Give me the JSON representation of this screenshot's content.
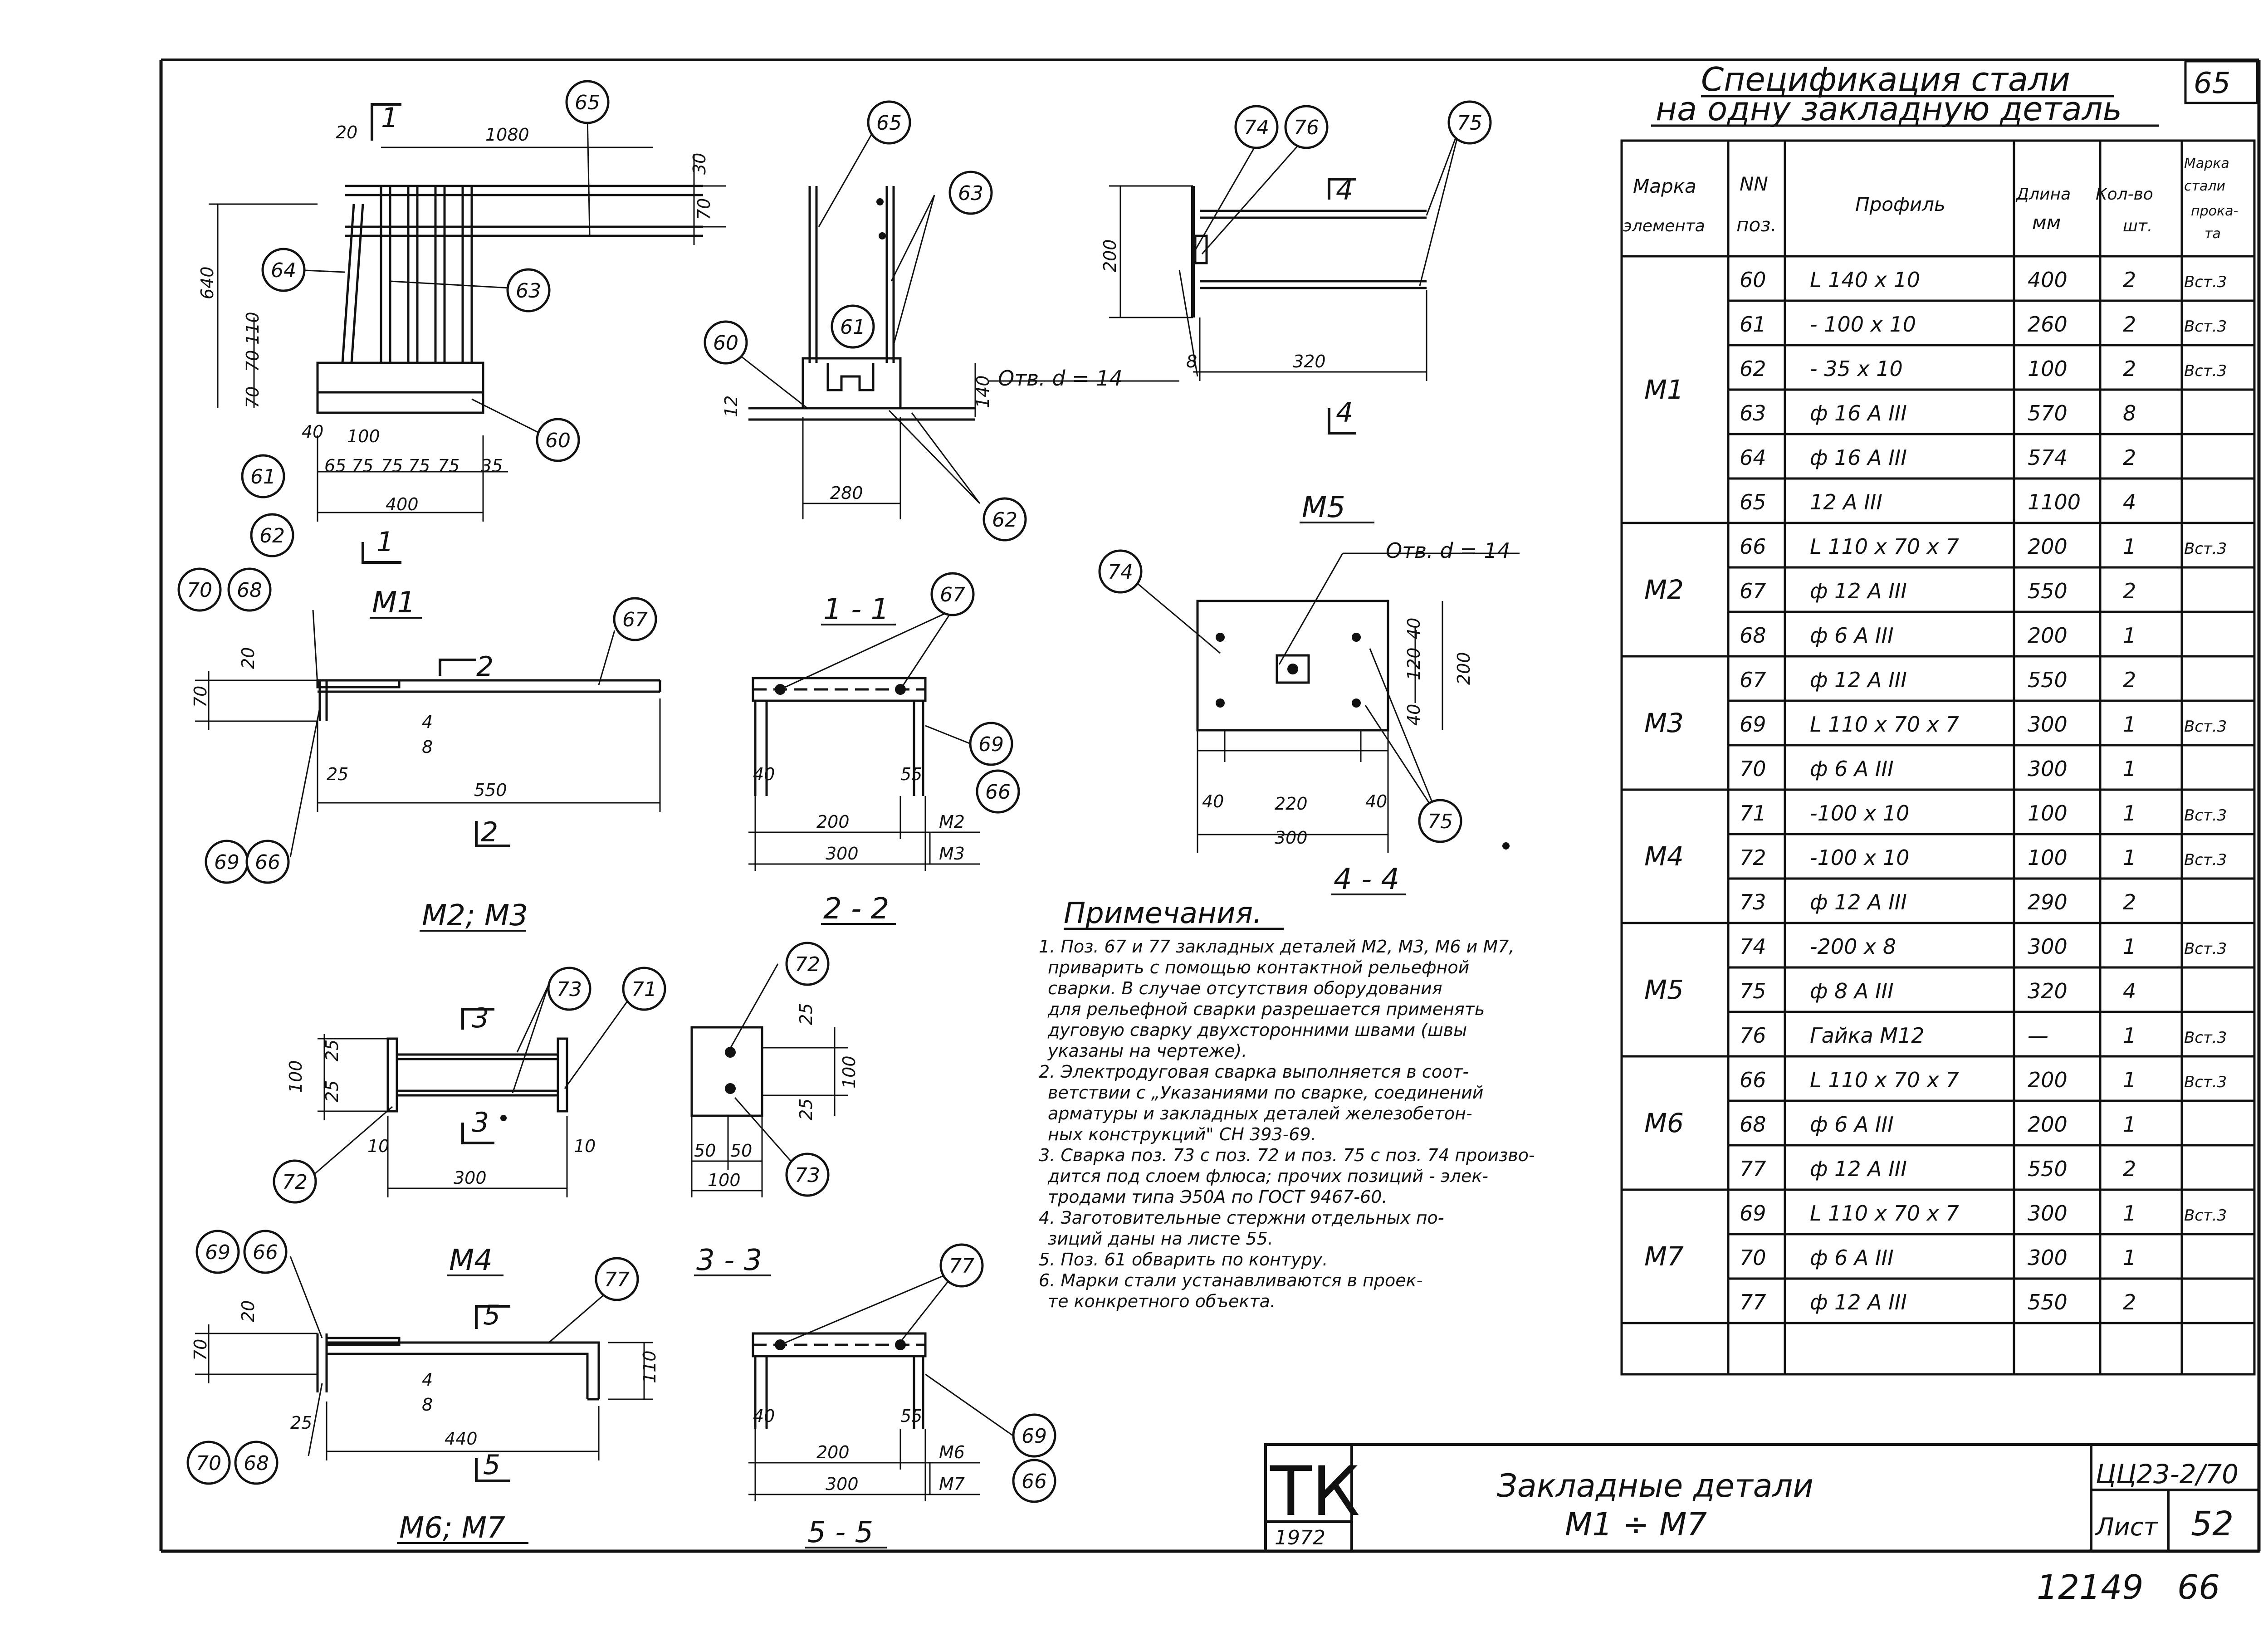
{
  "sheet_corner": "65",
  "spec": {
    "title_line1": "Спецификация стали",
    "title_line2": "на одну закладную деталь",
    "headers": {
      "mark": [
        "Марка",
        "элемента"
      ],
      "pos": [
        "NN",
        "поз."
      ],
      "profile": "Профиль",
      "length": [
        "Длина",
        "мм"
      ],
      "qty": [
        "Кол-во",
        "шт."
      ],
      "steel": [
        "Марка",
        "стали",
        "прока-",
        "та"
      ]
    },
    "groups": [
      {
        "mark": "М1",
        "rows": [
          {
            "pos": "60",
            "profile": "L 140 х 10",
            "length": "400",
            "qty": "2",
            "steel": "Вст.3"
          },
          {
            "pos": "61",
            "profile": "- 100 х 10",
            "length": "260",
            "qty": "2",
            "steel": "Вст.3"
          },
          {
            "pos": "62",
            "profile": "- 35 х 10",
            "length": "100",
            "qty": "2",
            "steel": "Вст.3"
          },
          {
            "pos": "63",
            "profile": "ф 16 А III",
            "length": "570",
            "qty": "8",
            "steel": ""
          },
          {
            "pos": "64",
            "profile": "ф 16 А III",
            "length": "574",
            "qty": "2",
            "steel": ""
          },
          {
            "pos": "65",
            "profile": "12 А III",
            "length": "1100",
            "qty": "4",
            "steel": ""
          }
        ]
      },
      {
        "mark": "М2",
        "rows": [
          {
            "pos": "66",
            "profile": "L 110 х 70 х 7",
            "length": "200",
            "qty": "1",
            "steel": "Вст.3"
          },
          {
            "pos": "67",
            "profile": "ф 12 А III",
            "length": "550",
            "qty": "2",
            "steel": ""
          },
          {
            "pos": "68",
            "profile": "ф 6 А III",
            "length": "200",
            "qty": "1",
            "steel": ""
          }
        ]
      },
      {
        "mark": "М3",
        "rows": [
          {
            "pos": "67",
            "profile": "ф 12 А III",
            "length": "550",
            "qty": "2",
            "steel": ""
          },
          {
            "pos": "69",
            "profile": "L 110 х 70 х 7",
            "length": "300",
            "qty": "1",
            "steel": "Вст.3"
          },
          {
            "pos": "70",
            "profile": "ф 6 А III",
            "length": "300",
            "qty": "1",
            "steel": ""
          }
        ]
      },
      {
        "mark": "М4",
        "rows": [
          {
            "pos": "71",
            "profile": "-100 х 10",
            "length": "100",
            "qty": "1",
            "steel": "Вст.3"
          },
          {
            "pos": "72",
            "profile": "-100 х 10",
            "length": "100",
            "qty": "1",
            "steel": "Вст.3"
          },
          {
            "pos": "73",
            "profile": "ф 12 А III",
            "length": "290",
            "qty": "2",
            "steel": ""
          }
        ]
      },
      {
        "mark": "М5",
        "rows": [
          {
            "pos": "74",
            "profile": "-200 х 8",
            "length": "300",
            "qty": "1",
            "steel": "Вст.3"
          },
          {
            "pos": "75",
            "profile": "ф 8 А III",
            "length": "320",
            "qty": "4",
            "steel": ""
          },
          {
            "pos": "76",
            "profile": "Гайка М12",
            "length": "—",
            "qty": "1",
            "steel": "Вст.3"
          }
        ]
      },
      {
        "mark": "М6",
        "rows": [
          {
            "pos": "66",
            "profile": "L 110 х 70 х 7",
            "length": "200",
            "qty": "1",
            "steel": "Вст.3"
          },
          {
            "pos": "68",
            "profile": "ф 6 А III",
            "length": "200",
            "qty": "1",
            "steel": ""
          },
          {
            "pos": "77",
            "profile": "ф 12 А III",
            "length": "550",
            "qty": "2",
            "steel": ""
          }
        ]
      },
      {
        "mark": "М7",
        "rows": [
          {
            "pos": "69",
            "profile": "L 110 х 70 х 7",
            "length": "300",
            "qty": "1",
            "steel": "Вст.3"
          },
          {
            "pos": "70",
            "profile": "ф 6 А III",
            "length": "300",
            "qty": "1",
            "steel": ""
          },
          {
            "pos": "77",
            "profile": "ф 12 А III",
            "length": "550",
            "qty": "2",
            "steel": ""
          }
        ]
      }
    ]
  },
  "notes": {
    "heading": "Примечания.",
    "lines": [
      "1. Поз. 67 и 77 закладных деталей М2, М3, М6 и М7,",
      "приварить с помощью контактной рельефной",
      "сварки. В случае отсутствия оборудования",
      "для рельефной сварки разрешается применять",
      "дуговую сварку двухсторонними швами (швы",
      "указаны на чертеже).",
      "2. Электродуговая сварка выполняется в соот-",
      "ветствии с „Указаниями по сварке, соединений",
      "арматуры и закладных деталей железобетон-",
      "ных конструкций\" СН 393-69.",
      "3. Сварка поз. 73 с поз. 72 и поз. 75 с поз. 74 произво-",
      "дится под слоем флюса; прочих позиций - элек-",
      "тродами типа Э50А по ГОСТ 9467-60.",
      "4. Заготовительные стержни отдельных по-",
      "зиций даны на листе 55.",
      "5. Поз. 61 обварить по контуру.",
      "6. Марки стали устанавливаются в проек-",
      "те конкретного объекта."
    ]
  },
  "titleblock": {
    "logo": "ТК",
    "year": "1972",
    "title_line1": "Закладные детали",
    "title_line2": "М1 ÷ М7",
    "code": "ЦЦ23-2/70",
    "sheet_label": "Лист",
    "sheet_no": "52",
    "under_number": "12149",
    "under_page": "66"
  },
  "labels": {
    "m1": "М1",
    "m2m3": "М2; М3",
    "m4": "М4",
    "m5": "М5",
    "m6m7": "М6; М7",
    "sec11": "1 - 1",
    "sec22": "2 - 2",
    "sec33": "3 - 3",
    "sec44": "4 - 4",
    "sec55": "5 - 5",
    "hole": "Отв. d = 14"
  },
  "dims": {
    "m1_20": "20",
    "m1_1080": "1080",
    "m1_30": "30",
    "m1_70": "70",
    "m1_640": "640",
    "m1_110": "110",
    "m1_70b": "70",
    "m1_70c": "70",
    "m1_40": "40",
    "m1_100": "100",
    "m1_65": "65",
    "m1_75a": "75",
    "m1_75b": "75",
    "m1_75c": "75",
    "m1_75d": "75",
    "m1_35": "35",
    "m1_400": "400",
    "m1_12": "12",
    "m1_140": "140",
    "m1_280": "280",
    "m1_200": "200",
    "m1_8": "8",
    "m1_320": "320",
    "m2_20": "20",
    "m2_70": "70",
    "m2_25": "25",
    "m2_550": "550",
    "m2_w": "4",
    "m2_w2": "8",
    "s11_40": "40",
    "s11_55": "55",
    "s11_200": "200",
    "s11_300": "300",
    "s11_m2": "М2",
    "s11_m3": "М3",
    "m4_100": "100",
    "m4_25a": "25",
    "m4_25b": "25",
    "m4_10a": "10",
    "m4_10b": "10",
    "m4_300": "300",
    "s22_25a": "25",
    "s22_25b": "25",
    "s22_100": "100",
    "s22_50a": "50",
    "s22_50b": "50",
    "s22_100b": "100",
    "m5_40a": "40",
    "m5_120": "120",
    "m5_40b": "40",
    "m5_200": "200",
    "m5_40c": "40",
    "m5_220": "220",
    "m5_40d": "40",
    "m5_300": "300",
    "m6_20": "20",
    "m6_70": "70",
    "m6_110": "110",
    "m6_25": "25",
    "m6_440": "440",
    "m6_w": "4",
    "m6_w2": "8",
    "s55_40": "40",
    "s55_55": "55",
    "s55_200": "200",
    "s55_300": "300",
    "s55_m6": "М6",
    "s55_m7": "М7"
  },
  "cuts": {
    "c1a": "1",
    "c1b": "1",
    "c2a": "2",
    "c2b": "2",
    "c3a": "3",
    "c3b": "3",
    "c4a": "4",
    "c4b": "4",
    "c5a": "5",
    "c5b": "5"
  },
  "callouts": {
    "m1_65a": "65",
    "m1_64": "64",
    "m1_63": "63",
    "m1_60": "60",
    "m1_61": "61",
    "m1_62": "62",
    "side_65": "65",
    "side_63": "63",
    "side_60": "60",
    "side_61": "61",
    "side_62": "62",
    "r_74": "74",
    "r_76": "76",
    "r_75": "75",
    "m5_74": "74",
    "m5_75": "75",
    "m2_70": "70",
    "m2_68": "68",
    "m2_67": "67",
    "m2_69": "69",
    "m2_66": "66",
    "s11_67": "67",
    "s11_69": "69",
    "s11_66": "66",
    "m4_73": "73",
    "m4_71": "71",
    "m4_72": "72",
    "s22_72": "72",
    "s22_73": "73",
    "m6_69": "69",
    "m6_66": "66",
    "m6_77": "77",
    "m6_70": "70",
    "m6_68": "68",
    "s33_77": "77",
    "s55_69": "69",
    "s55_66": "66"
  }
}
